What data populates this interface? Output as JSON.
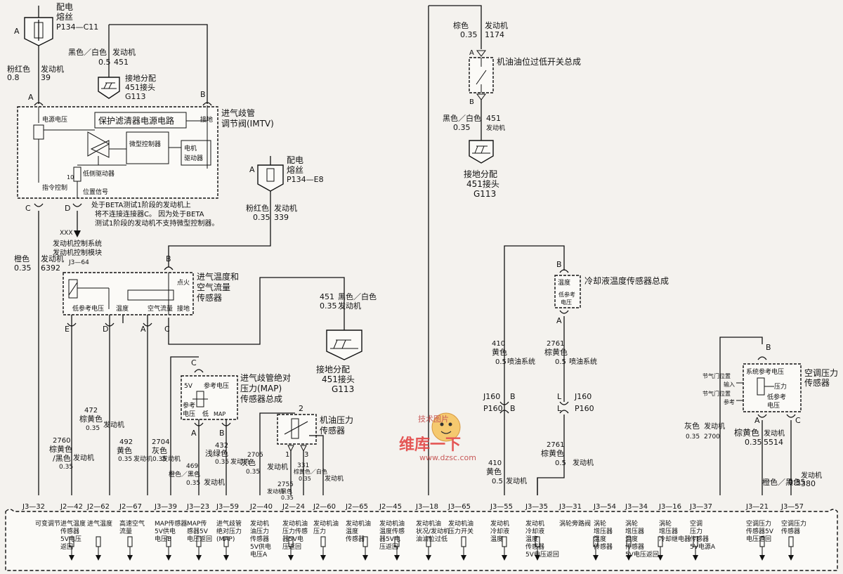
{
  "fuse1": {
    "pin": "A",
    "title1": "配电",
    "title2": "熔丝",
    "code": "P134—C11"
  },
  "wire_pink1": {
    "color": "粉红色",
    "sys": "发动机",
    "gauge": "0.8",
    "num": "39"
  },
  "wire_bw1": {
    "color": "黑色／白色",
    "sys": "发动机",
    "gauge": "0.5",
    "num": "451"
  },
  "ground1": {
    "l1": "接地分配",
    "l2": "451接头",
    "l3": "G113"
  },
  "imtv": {
    "pin_a": "A",
    "pin_b": "B",
    "pin_c": "C",
    "pin_d": "D",
    "title1": "进气歧管",
    "title2": "调节阀(IMTV)",
    "supply": "电源电压",
    "filter": "保护滤清器电源电路",
    "ground": "接地",
    "mcu": "微型控制器",
    "motor1": "电机",
    "motor2": "驱动器",
    "lowside": "低侧驱动器",
    "cmd": "指令控制",
    "pos": "位置信号",
    "r10": "10",
    "note1": "处于BETA测试1阶段的发动机上",
    "note2": "将不连接连接器C。 因为处于BETA",
    "note3": "测试1阶段的发动机不支持微型控制器。"
  },
  "ecm_ref": {
    "xxx": "XXX",
    "l1": "发动机控制系统",
    "l2": "发动机控制模块",
    "conn": "J3—64"
  },
  "fuse2": {
    "pin": "A",
    "title1": "配电",
    "title2": "熔丝",
    "code": "P134—E8"
  },
  "wire_pink2": {
    "color": "粉红色",
    "sys": "发动机",
    "gauge": "0.35",
    "num": "339"
  },
  "wire_orange": {
    "color": "橙色",
    "sys": "发动机",
    "gauge": "0.35",
    "num": "6392"
  },
  "maf": {
    "pin_b": "B",
    "title1": "进气温度和",
    "title2": "空气流量",
    "title3": "传感器",
    "ign": "点火",
    "lowref": "低参考电压",
    "temp": "温度",
    "flow": "空气流量",
    "ground": "接地",
    "pin_e": "E",
    "pin_d": "D",
    "pin_a": "A",
    "pin_c": "C"
  },
  "wire_bw2": {
    "num": "451",
    "color": "黑色／白色",
    "gauge": "0.35",
    "sys": "发动机"
  },
  "ground2": {
    "l1": "接地分配",
    "l2": "451接头",
    "l3": "G113"
  },
  "map": {
    "pin_c": "C",
    "title1": "进气歧管绝对",
    "title2": "压力(MAP)",
    "title3": "传感器总成",
    "v5": "5V",
    "ref": "参考电压",
    "low1": "参考",
    "low2": "电压",
    "low3": "低",
    "map": "MAP",
    "pin_a": "A",
    "pin_b": "B"
  },
  "oilp": {
    "pin2": "2",
    "pin1": "1",
    "pin3": "3",
    "title1": "机油压力",
    "title2": "传感器"
  },
  "oil_sw": {
    "wire_color": "棕色",
    "wire_sys": "发动机",
    "wire_gauge": "0.35",
    "wire_num": "1174",
    "pin_a": "A",
    "pin_b": "B",
    "title": "机油油位过低开关总成",
    "bw_color": "黑色／白色",
    "bw_num": "451",
    "bw_gauge": "0.35",
    "bw_sys": "发动机"
  },
  "ground3": {
    "l1": "接地分配",
    "l2": "451接头",
    "l3": "G113"
  },
  "ect": {
    "pin_b": "B",
    "pin_a": "A",
    "title": "冷却液温度传感器总成",
    "temp": "温度",
    "low1": "低参考",
    "low2": "电压"
  },
  "wire410": {
    "num": "410",
    "color": "黄色",
    "gauge": "0.5",
    "sys": "喷油系统"
  },
  "wire2761a": {
    "num": "2761",
    "color": "棕黄色",
    "gauge": "0.5",
    "sys": "喷油系统"
  },
  "conn_j160a": {
    "j": "J160",
    "pin": "B",
    "p": "P160",
    "pin2": "B"
  },
  "conn_j160b": {
    "j": "J160",
    "pin": "L",
    "p": "P160",
    "pin2": "L"
  },
  "wire410b": {
    "num": "410",
    "color": "黄色",
    "gauge": "0.5",
    "sys": "发动机"
  },
  "wire2761b": {
    "num": "2761",
    "color": "棕黄色",
    "gauge": "0.5",
    "sys": "发动机"
  },
  "acp": {
    "pin_b": "B",
    "title1": "空调压力",
    "title2": "传感器",
    "tp1": "节气门位置",
    "tp2": "输入",
    "tp3": "节气门位置",
    "tp4": "参考",
    "sysref": "系统参考电压",
    "press": "压力",
    "lowref1": "低参考",
    "lowref2": "电压",
    "pin_a": "A",
    "pin_c": "C"
  },
  "wires_bottom": [
    {
      "num": "2760",
      "color": "棕黄色",
      "color2": "/黑色",
      "gauge": "0.35",
      "sys": "发动机"
    },
    {
      "num": "472",
      "color": "棕黄色",
      "gauge": "0.35",
      "sys": "发动机"
    },
    {
      "num": "492",
      "color": "黄色",
      "gauge": "0.35",
      "sys": "发动机"
    },
    {
      "num": "2704",
      "color": "灰色",
      "gauge": "0.35",
      "sys": "发动机"
    },
    {
      "num": "469",
      "color": "橙色／黑色",
      "gauge": "0.35",
      "sys": "发动机"
    },
    {
      "num": "432",
      "color": "浅绿色",
      "gauge": "0.35",
      "sys": "发动机"
    },
    {
      "num": "2705",
      "color": "灰色",
      "gauge": "0.35",
      "sys": "发动机"
    },
    {
      "num": "2755",
      "color": "黑色",
      "gauge": "0.35",
      "sys": "发动机"
    },
    {
      "num": "331",
      "color": "棕黄色／白色",
      "gauge": "0.35",
      "sys": "发动机"
    },
    {
      "num": "2700",
      "color": "灰色",
      "gauge": "0.35",
      "sys": "发动机"
    },
    {
      "num": "5514",
      "color": "棕黄色",
      "gauge": "0.35",
      "sys": "发动机"
    },
    {
      "num": "380",
      "color": "橙色／黑色",
      "gauge": "0.35",
      "sys": "发动机"
    }
  ],
  "ecm_pins": [
    "J3—32",
    "J2—42",
    "J2—62",
    "J2—67",
    "J3—39",
    "J3—23",
    "J3—59",
    "J2—40",
    "J2—24",
    "J2—60",
    "J2—65",
    "J2—45",
    "J3—18",
    "J3—65",
    "J3—55",
    "J3—35",
    "J3—31",
    "J3—54",
    "J3—34",
    "J3—16",
    "J3—37",
    "J3—21",
    "J3—57"
  ],
  "ecm_labels": [
    [
      "可变调节"
    ],
    [
      "进气温度",
      "传感器",
      "5V电压",
      "返回"
    ],
    [
      "进气温度"
    ],
    [
      "高速空气",
      "流量"
    ],
    [
      "MAP传感器",
      "5V供电",
      "电压B"
    ],
    [
      "MAP传",
      "感器5V",
      "电压返回"
    ],
    [
      "进气歧管",
      "绝对压力",
      "(MAP)"
    ],
    [
      "发动机",
      "油压力",
      "传感器",
      "5V供电",
      "电压A"
    ],
    [
      "发动机油",
      "压力传感",
      "器5V电",
      "压返回"
    ],
    [
      "发动机油",
      "压力"
    ],
    [
      "发动机油",
      "温度",
      "传感器"
    ],
    [
      "发动机油",
      "温度传感",
      "器5V电",
      "压返回"
    ],
    [
      "发动机油",
      "状况/发动机",
      "油油位过低"
    ],
    [
      "发动机油",
      "压力开关"
    ],
    [
      "发动机",
      "冷却液",
      "温度"
    ],
    [
      "发动机",
      "冷却液",
      "温度",
      "传感器",
      "5V电压返回"
    ],
    [
      "涡轮旁路阀"
    ],
    [
      "涡轮",
      "增压器",
      "温度",
      "传感器"
    ],
    [
      "涡轮",
      "增压器",
      "温度",
      "传感器",
      "5V电压返回"
    ],
    [
      "涡轮",
      "增压器",
      "冷却继电器"
    ],
    [
      "空调",
      "压力",
      "传感器",
      "5V电源A"
    ],
    [
      "空调压力",
      "传感器5V",
      "电压返回"
    ],
    [
      "空调压力",
      "传感器"
    ]
  ],
  "watermark": {
    "text1": "维库一下",
    "text2": "www.dzsc.com",
    "text3": "技术图片"
  }
}
